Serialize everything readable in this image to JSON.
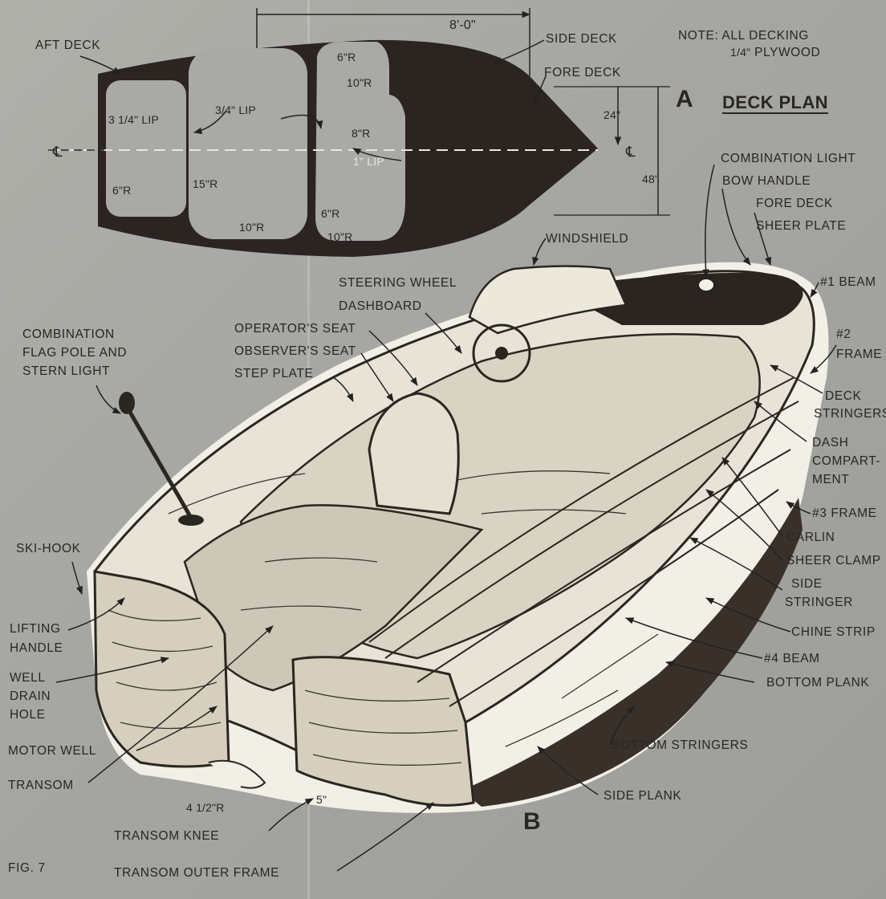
{
  "deck_plan": {
    "letter": "A",
    "title": "DECK PLAN",
    "note_line1": "NOTE: ALL DECKING",
    "note_fraction": "1/4\"",
    "note_line2": "PLYWOOD",
    "labels": {
      "aft_deck": "AFT DECK",
      "side_deck": "SIDE DECK",
      "fore_deck": "FORE DECK"
    },
    "dimensions": {
      "length": "8'-0\"",
      "width_half": "24\"",
      "width_full": "48\"",
      "lip_aft": "3 1/4\" LIP",
      "lip_mid": "3/4\" LIP",
      "lip_fore": "1\" LIP",
      "r_6_top": "6\"R",
      "r_10_top": "10\"R",
      "r_8": "8\"R",
      "r_6_aft": "6\"R",
      "r_15": "15\"R",
      "r_10_bottom_a": "10\"R",
      "r_6_bottom": "6\"R",
      "r_10_bottom_b": "10\"R",
      "centerline_symbol": "℄"
    }
  },
  "boat_view": {
    "letter": "B",
    "left_labels": {
      "flag_pole_1": "COMBINATION",
      "flag_pole_2": "FLAG POLE AND",
      "flag_pole_3": "STERN LIGHT",
      "ski_hook": "SKI-HOOK",
      "lifting_handle_1": "LIFTING",
      "lifting_handle_2": "HANDLE",
      "well_drain_1": "WELL",
      "well_drain_2": "DRAIN",
      "well_drain_3": "HOLE",
      "motor_well": "MOTOR WELL",
      "transom": "TRANSOM",
      "transom_radius": "4 1/2\"R",
      "transom_knee": "TRANSOM KNEE",
      "transom_outer_frame": "TRANSOM OUTER FRAME",
      "fig": "FIG. 7"
    },
    "top_labels": {
      "windshield": "WINDSHIELD",
      "steering_wheel": "STEERING WHEEL",
      "dashboard": "DASHBOARD",
      "operators_seat": "OPERATOR'S SEAT",
      "observers_seat": "OBSERVER'S SEAT",
      "step_plate": "STEP PLATE"
    },
    "right_labels": {
      "combination_light": "COMBINATION LIGHT",
      "bow_handle": "BOW HANDLE",
      "fore_deck": "FORE DECK",
      "sheer_plate": "SHEER PLATE",
      "beam_1": "#1 BEAM",
      "frame_2_a": "#2",
      "frame_2_b": "FRAME",
      "deck_stringers_a": "DECK",
      "deck_stringers_b": "STRINGERS",
      "dash_comp_a": "DASH",
      "dash_comp_b": "COMPART-",
      "dash_comp_c": "MENT",
      "frame_3": "#3 FRAME",
      "carlin": "CARLIN",
      "sheer_clamp": "SHEER CLAMP",
      "side_stringer_a": "SIDE",
      "side_stringer_b": "STRINGER",
      "chine_strip": "CHINE STRIP",
      "beam_4": "#4 BEAM",
      "bottom_plank": "BOTTOM PLANK",
      "bottom_stringers": "BOTTOM STRINGERS",
      "side_plank": "SIDE PLANK",
      "five_inch": "5\""
    }
  },
  "colors": {
    "paper": "#a7a7a3",
    "ink": "#2a2620",
    "deck_fill": "#2b2420",
    "wood_light": "#ebe7dc"
  }
}
